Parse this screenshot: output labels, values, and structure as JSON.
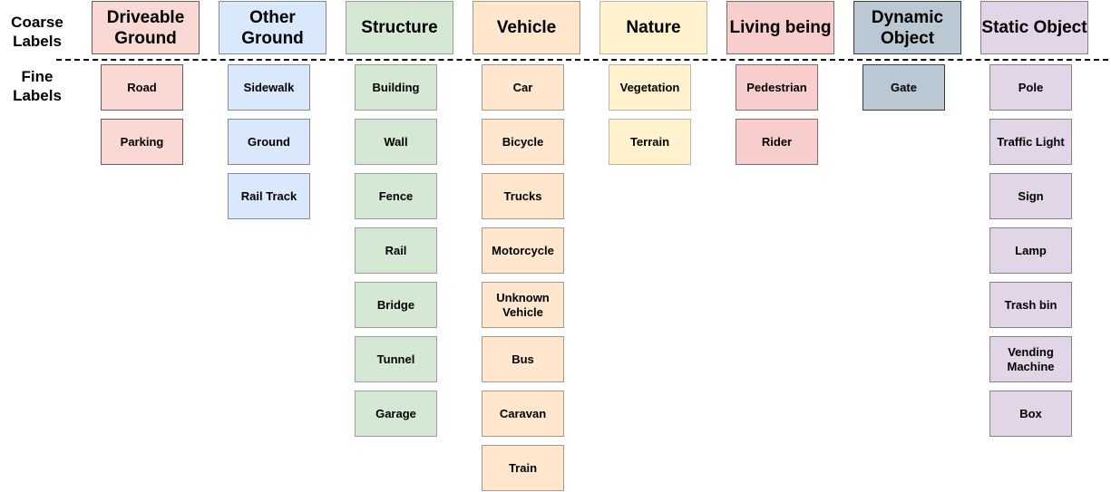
{
  "row_labels": {
    "coarse": "Coarse Labels",
    "fine": "Fine Labels"
  },
  "categories": [
    {
      "name": "Driveable Ground",
      "fill": "#fad9d5",
      "stroke": "#ae4132",
      "fine": [
        "Road",
        "Parking"
      ]
    },
    {
      "name": "Other Ground",
      "fill": "#dae8fc",
      "stroke": "#6c8ebf",
      "fine": [
        "Sidewalk",
        "Ground",
        "Rail Track"
      ]
    },
    {
      "name": "Structure",
      "fill": "#d5e8d4",
      "stroke": "#82b366",
      "fine": [
        "Building",
        "Wall",
        "Fence",
        "Rail",
        "Bridge",
        "Tunnel",
        "Garage"
      ]
    },
    {
      "name": "Vehicle",
      "fill": "#ffe6cc",
      "stroke": "#d79b00",
      "fine": [
        "Car",
        "Bicycle",
        "Trucks",
        "Motorcycle",
        "Unknown Vehicle",
        "Bus",
        "Caravan",
        "Train"
      ]
    },
    {
      "name": "Nature",
      "fill": "#fff2cc",
      "stroke": "#d6b656",
      "fine": [
        "Vegetation",
        "Terrain"
      ]
    },
    {
      "name": "Living being",
      "fill": "#f8cecc",
      "stroke": "#b85450",
      "fine": [
        "Pedestrian",
        "Rider"
      ]
    },
    {
      "name": "Dynamic Object",
      "fill": "#bac8d3",
      "stroke": "#23445d",
      "fine": [
        "Gate"
      ]
    },
    {
      "name": "Static Object",
      "fill": "#e1d5e7",
      "stroke": "#9673a6",
      "fine": [
        "Pole",
        "Traffic Light",
        "Sign",
        "Lamp",
        "Trash bin",
        "Vending Machine",
        "Box"
      ]
    }
  ]
}
